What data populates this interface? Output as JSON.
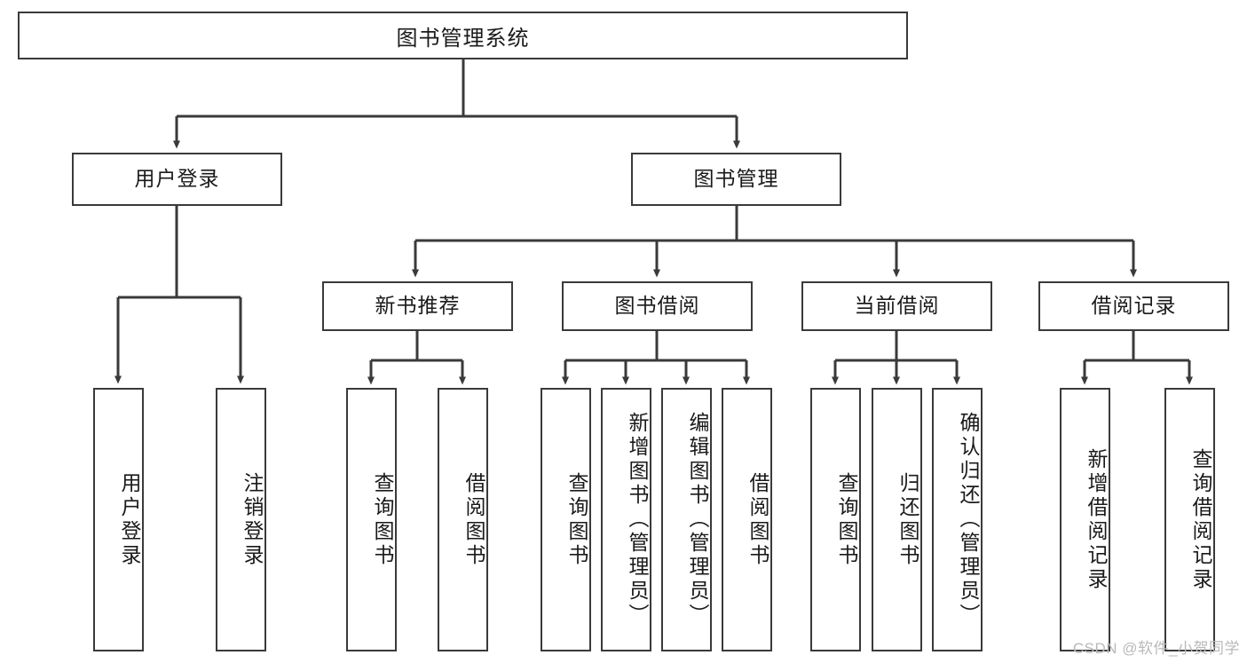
{
  "diagram": {
    "title": "图书管理系统",
    "type": "tree",
    "background_color": "#ffffff",
    "line_color": "#3a3a3a",
    "text_color": "#1a1a1a"
  },
  "nodes": {
    "root": {
      "label": "图书管理系统"
    },
    "level2": [
      {
        "id": "user-login",
        "label": "用户登录"
      },
      {
        "id": "book-manage",
        "label": "图书管理"
      }
    ],
    "level3": [
      {
        "id": "new-book-rec",
        "label": "新书推荐"
      },
      {
        "id": "book-borrow",
        "label": "图书借阅"
      },
      {
        "id": "current-borrow",
        "label": "当前借阅"
      },
      {
        "id": "borrow-record",
        "label": "借阅记录"
      }
    ],
    "leaves": {
      "user_login": [
        {
          "id": "leaf-user-login",
          "label": "用户登录"
        },
        {
          "id": "leaf-user-logout",
          "label": "注销登录"
        }
      ],
      "new_book_rec": [
        {
          "id": "leaf-query-book-1",
          "label": "查询图书"
        },
        {
          "id": "leaf-borrow-book-1",
          "label": "借阅图书"
        }
      ],
      "book_borrow": [
        {
          "id": "leaf-query-book-2",
          "label": "查询图书"
        },
        {
          "id": "leaf-add-book",
          "label": "新增图书（管理员）"
        },
        {
          "id": "leaf-edit-book",
          "label": "编辑图书（管理员）"
        },
        {
          "id": "leaf-borrow-book-2",
          "label": "借阅图书"
        }
      ],
      "current_borrow": [
        {
          "id": "leaf-query-book-3",
          "label": "查询图书"
        },
        {
          "id": "leaf-return-book",
          "label": "归还图书"
        },
        {
          "id": "leaf-confirm-return",
          "label": "确认归还（管理员）"
        }
      ],
      "borrow_record": [
        {
          "id": "leaf-add-record",
          "label": "新增借阅记录"
        },
        {
          "id": "leaf-query-record",
          "label": "查询借阅记录"
        }
      ]
    }
  },
  "watermark": {
    "text": "CSDN @软件_小贺同学"
  }
}
